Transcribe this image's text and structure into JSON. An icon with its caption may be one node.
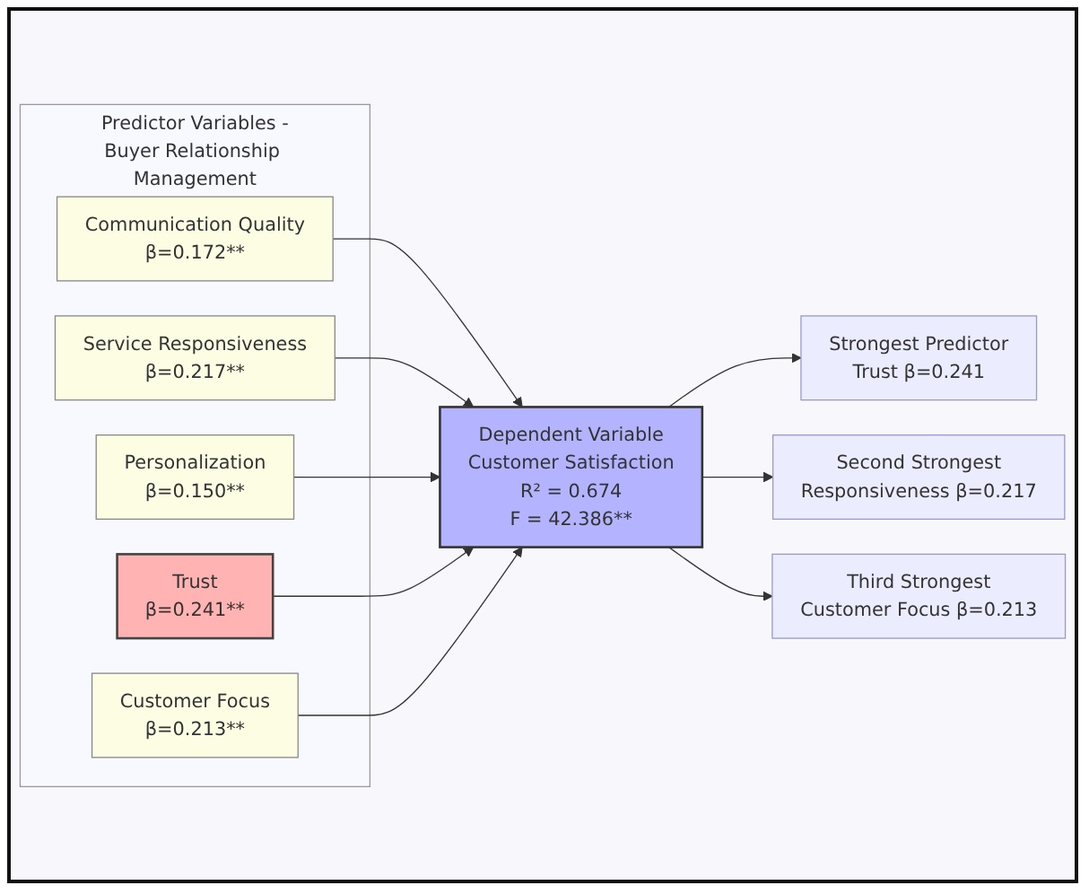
{
  "diagram": {
    "nodes": [
      {
        "text": [
          "Predictor Variables - Buyer Relationship Management"
        ]
      },
      {
        "text": [
          "Communication Quality",
          "β=0.172**"
        ],
        "in": 0
      },
      {
        "text": [
          "Service Responsiveness",
          "β=0.217**"
        ],
        "in": 0
      },
      {
        "text": [
          "Personalization",
          "β=0.150**"
        ],
        "in": 0
      },
      {
        "text": [
          "Trust",
          "β=0.241**"
        ],
        "in": 0
      },
      {
        "text": [
          "Customer Focus",
          "β=0.213**"
        ],
        "in": 0
      },
      {
        "text": [
          "Dependent Variable",
          "Customer Satisfaction",
          "R² = 0.674",
          "F = 42.386**"
        ]
      },
      {
        "text": [
          "Strongest Predictor",
          "Trust β=0.241"
        ]
      },
      {
        "text": [
          "Second Strongest",
          "Responsiveness β=0.217"
        ]
      },
      {
        "text": [
          "Third Strongest",
          "Customer Focus β=0.213"
        ]
      }
    ],
    "edges": [
      {
        "from": 1,
        "to": 6,
        "arrow": "to"
      },
      {
        "from": 2,
        "to": 6,
        "arrow": "to"
      },
      {
        "from": 3,
        "to": 6,
        "arrow": "to"
      },
      {
        "from": 4,
        "to": 6,
        "arrow": "to"
      },
      {
        "from": 5,
        "to": 6,
        "arrow": "to"
      },
      {
        "from": 6,
        "to": 7,
        "arrow": "to"
      },
      {
        "from": 6,
        "to": 8,
        "arrow": "to"
      },
      {
        "from": 6,
        "to": 9,
        "arrow": "to"
      }
    ]
  }
}
